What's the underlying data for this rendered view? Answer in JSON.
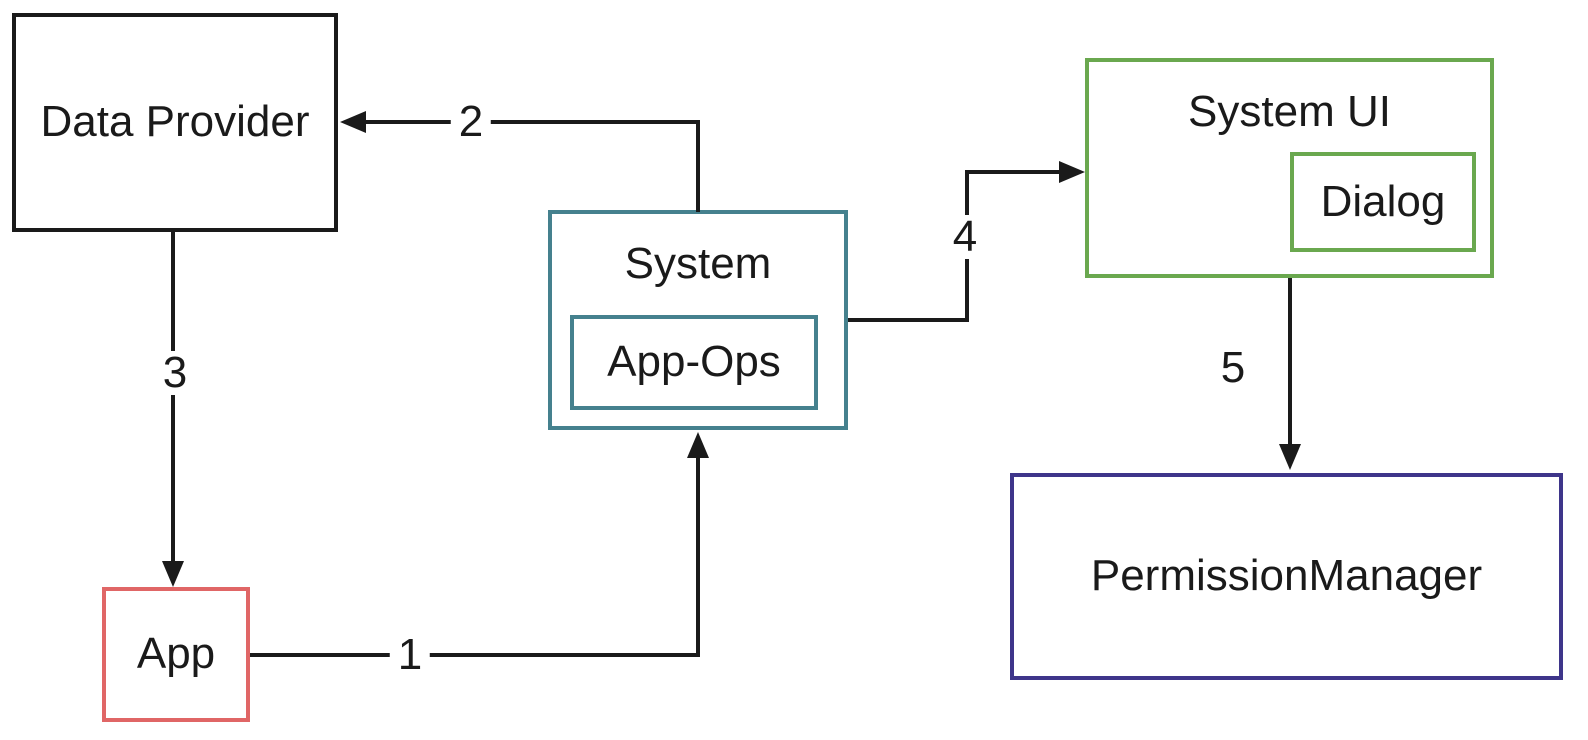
{
  "diagram": {
    "nodes": {
      "data_provider": {
        "label": "Data Provider",
        "border_color": "#1a1a1a"
      },
      "system": {
        "label": "System",
        "border_color": "#45818e"
      },
      "app_ops": {
        "label": "App-Ops",
        "border_color": "#45818e"
      },
      "system_ui": {
        "label": "System UI",
        "border_color": "#6aa84f"
      },
      "dialog": {
        "label": "Dialog",
        "border_color": "#6aa84f"
      },
      "app": {
        "label": "App",
        "border_color": "#e06666"
      },
      "permission_manager": {
        "label": "PermissionManager",
        "border_color": "#3e358a"
      }
    },
    "edges": [
      {
        "step": "1",
        "from": "App",
        "to": "System"
      },
      {
        "step": "2",
        "from": "System",
        "to": "Data Provider"
      },
      {
        "step": "3",
        "from": "Data Provider",
        "to": "App"
      },
      {
        "step": "4",
        "from": "System",
        "to": "System UI"
      },
      {
        "step": "5",
        "from": "System UI",
        "to": "PermissionManager"
      }
    ],
    "colors": {
      "line": "#1a1a1a",
      "text": "#1a1a1a",
      "background": "#ffffff"
    }
  }
}
